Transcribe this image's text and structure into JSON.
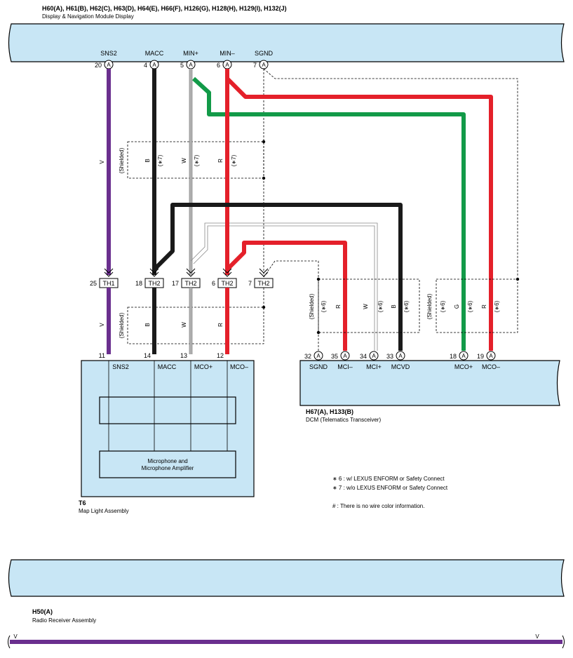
{
  "colors": {
    "violet": "#6a2f8e",
    "black": "#1a1a1a",
    "white_wire": "#b0b0b0",
    "red": "#e4202a",
    "green": "#129a48",
    "component_fill": "#c8e6f5"
  },
  "display_module": {
    "title": "H60(A), H61(B), H62(C), H63(D), H64(E), H66(F), H126(G), H128(H), H129(I), H132(J)",
    "subtitle": "Display & Navigation Module Display",
    "pins": [
      {
        "num": "20",
        "conn": "A",
        "name": "SNS2"
      },
      {
        "num": "4",
        "conn": "A",
        "name": "MACC"
      },
      {
        "num": "5",
        "conn": "A",
        "name": "MIN+"
      },
      {
        "num": "6",
        "conn": "A",
        "name": "MIN–"
      },
      {
        "num": "7",
        "conn": "A",
        "name": "SGND"
      }
    ]
  },
  "upper_wires": {
    "v": "V",
    "b": "B",
    "w": "W",
    "r": "R",
    "shielded": "(Shielded)",
    "note": "(∗7)"
  },
  "junctions": [
    {
      "num": "25",
      "label": "TH1"
    },
    {
      "num": "18",
      "label": "TH2"
    },
    {
      "num": "17",
      "label": "TH2"
    },
    {
      "num": "6",
      "label": "TH2"
    },
    {
      "num": "7",
      "label": "TH2"
    }
  ],
  "lower_wires": {
    "v": "V",
    "b": "B",
    "w": "W",
    "r": "R",
    "shielded": "(Shielded)"
  },
  "map_light": {
    "id": "T6",
    "name": "Map Light Assembly",
    "pins": [
      {
        "num": "11",
        "name": "SNS2"
      },
      {
        "num": "14",
        "name": "MACC"
      },
      {
        "num": "13",
        "name": "MCO+"
      },
      {
        "num": "12",
        "name": "MCO–"
      }
    ],
    "amp_label_1": "Microphone and",
    "amp_label_2": "Microphone Amplifier"
  },
  "dcm": {
    "id": "H67(A), H133(B)",
    "name": "DCM (Telematics Transceiver)",
    "pins": [
      {
        "num": "32",
        "conn": "A",
        "name": "SGND"
      },
      {
        "num": "35",
        "conn": "A",
        "name": "MCI–"
      },
      {
        "num": "34",
        "conn": "A",
        "name": "MCI+"
      },
      {
        "num": "33",
        "conn": "A",
        "name": "MCVD"
      },
      {
        "num": "18",
        "conn": "A",
        "name": "MCO+"
      },
      {
        "num": "19",
        "conn": "A",
        "name": "MCO–"
      }
    ],
    "wires": {
      "shielded1": "(Shielded)",
      "note1": "(∗6)",
      "r1": "R",
      "w1": "W",
      "note2": "(∗6)",
      "b1": "B",
      "note3": "(∗6)",
      "shielded2": "(Shielded)",
      "note4": "(∗6)",
      "g1": "G",
      "note5": "(∗6)",
      "r2": "R",
      "note6": "(∗6)"
    }
  },
  "notes": {
    "n6": "∗ 6 : w/ LEXUS ENFORM or Safety Connect",
    "n7": "∗ 7 : w/o LEXUS ENFORM or Safety Connect",
    "hash": "# : There is no wire color information."
  },
  "radio": {
    "id": "H50(A)",
    "name": "Radio Receiver Assembly",
    "wire_left": "V",
    "wire_right": "V"
  }
}
